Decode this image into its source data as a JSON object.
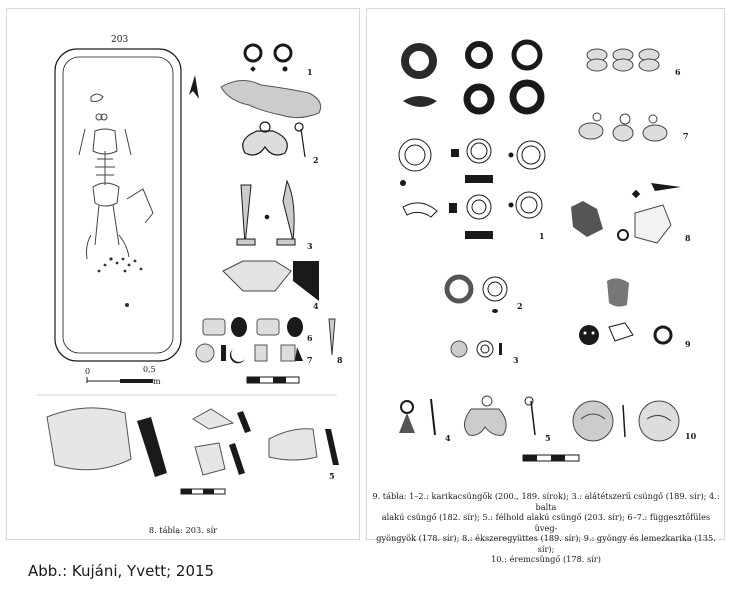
{
  "left_plate": {
    "grave_label": "203",
    "scale_labels": [
      "0",
      "0,5",
      "m"
    ],
    "item_numbers": [
      "1",
      "2",
      "3",
      "4",
      "5",
      "6",
      "7",
      "8"
    ],
    "caption": "8. tábla: 203. sír"
  },
  "right_plate": {
    "item_numbers": [
      "1",
      "2",
      "3",
      "4",
      "5",
      "6",
      "7",
      "8",
      "9",
      "10"
    ],
    "caption_lines": [
      "9. tábla: 1–2.: karikacsüngők (200., 189. sírok); 3.: alátétszerű csüngő (189. sír); 4.: balta",
      "alakú csüngő (182. sír); 5.: félhold alakú csüngő (203. sír); 6–7.: függesztőfüles üveg-",
      "gyöngyök (178. sír); 8.: ékszeregyüttes (189. sír); 9.: gyöngy és lemezkarika (135. sír);",
      "10.: éremcsüngő (178. sír)"
    ]
  },
  "credit": "Abb.: Kujáni, Yvett; 2015",
  "colors": {
    "ink": "#1a1a1a",
    "dark_fill": "#2a2a2a",
    "stipple": "#777777"
  }
}
